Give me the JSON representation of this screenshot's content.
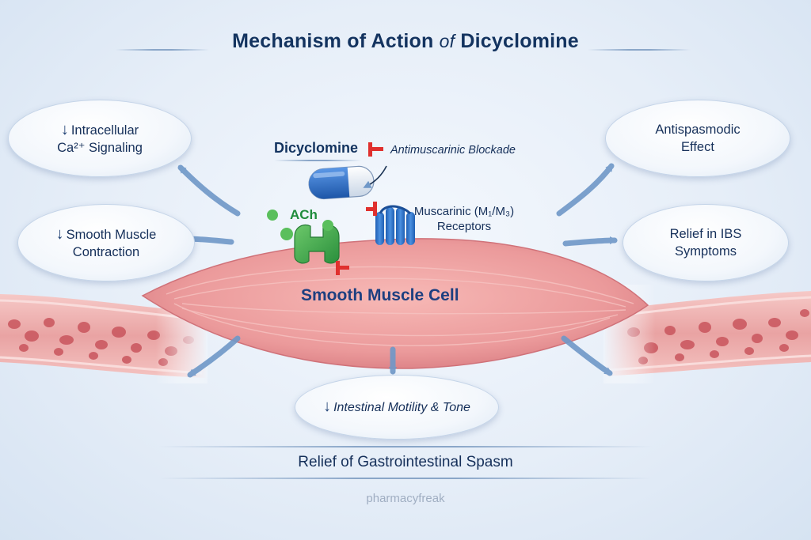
{
  "title": {
    "part1": "Mechanism of Action",
    "connector": "of",
    "part2": "Dicyclomine"
  },
  "drug": {
    "name": "Dicyclomine",
    "blockade_label": "Antimuscarinic Blockade"
  },
  "receptor": {
    "line1": "Muscarinic (M₁/M₃)",
    "line2": "Receptors"
  },
  "ligand": "ACh",
  "cell": "Smooth Muscle Cell",
  "effects": {
    "calcium": {
      "arrow": "↓",
      "line1": "Intracellular",
      "line2": "Ca²⁺ Signaling"
    },
    "contraction": {
      "arrow": "↓",
      "line1": "Smooth Muscle",
      "line2": "Contraction"
    },
    "antispasmodic": {
      "line1": "Antispasmodic",
      "line2": "Effect"
    },
    "ibs": {
      "line1": "Relief in IBS",
      "line2": "Symptoms"
    },
    "motility": {
      "arrow": "↓",
      "text": "Intestinal Motility & Tone"
    }
  },
  "bottom": "Relief of Gastrointestinal Spasm",
  "watermark": "pharmacyfreak",
  "colors": {
    "navy": "#13335f",
    "arrow_blue": "#6f98c8",
    "block_red": "#e0302e",
    "muscle_pink": "#ec9a9c",
    "capsule_blue": "#2f6fc4",
    "receptor_blue": "#2f74c8",
    "ach_green": "#3ea64a"
  }
}
